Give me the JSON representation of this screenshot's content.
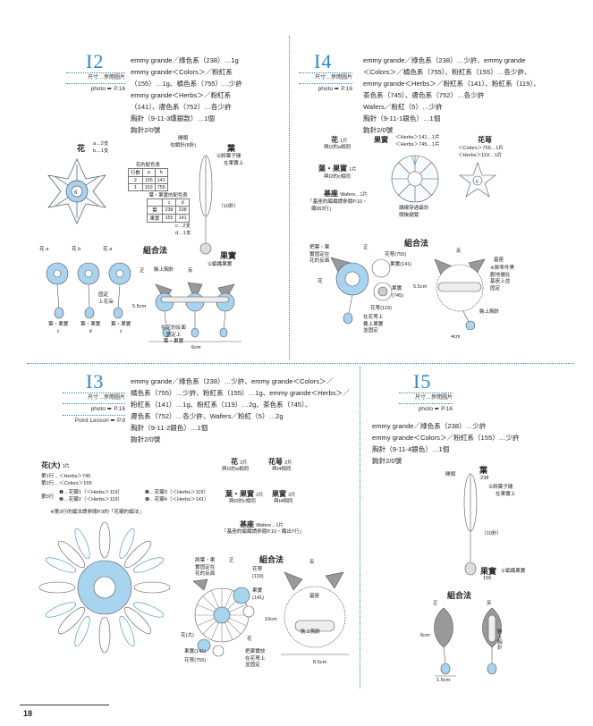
{
  "page_number": "18",
  "colors": {
    "accent": "#2a88c8",
    "light_blue": "#a8d4f0",
    "gray": "#888888"
  },
  "I2": {
    "num": "I2",
    "size_line": "尺寸…參閱圖片",
    "photo": "photo ➨ P.16",
    "materials": [
      "emmy grande／綠色系（238）…1g",
      "emmy grande＜Colors＞／粉紅系",
      "（155）…1g、橘色系（755）…少許",
      "emmy grande＜Herbs＞／粉紅系",
      "（141）、膚色系（752）…各少許",
      "胸針（9-11-3燻銀款）…1個",
      "鉤針2/0號"
    ],
    "flower_label": "花",
    "flower_a": "a…2支",
    "flower_b": "b…1支",
    "color_table_title": "花的配色表",
    "color_table": {
      "header": [
        "行數",
        "a",
        "b"
      ],
      "rows": [
        [
          "2",
          "155",
          "141"
        ],
        [
          "1",
          "152",
          "755"
        ]
      ]
    },
    "leaf_label": "葉",
    "leaf_note1": "②將葉子鏈",
    "leaf_note2": "在果實上",
    "ten_chains": "（10針）",
    "hook_note1": "開頭",
    "hook_note2": "勾鎖針(8針)",
    "fruit_table_title": "葉・果實的配色表",
    "fruit_table": {
      "header": [
        "",
        "c",
        "d"
      ],
      "rows": [
        [
          "葉",
          "238",
          "238"
        ],
        [
          "果實",
          "155",
          "141"
        ]
      ]
    },
    "cd_counts1": "c…2支",
    "cd_counts2": "d…1支",
    "fruit_label": "果實",
    "fruit_note": "①編織果實",
    "assembly": "組合法",
    "flower_labels": [
      "花 a",
      "花 b",
      "花 a"
    ],
    "fix_note": [
      "固定",
      "上花朵"
    ],
    "front": "正",
    "back": "反",
    "pin_note": "裝上胸針",
    "leaf_fruit_labels": [
      "葉・果實",
      "葉・果實",
      "葉・果實"
    ],
    "leaf_fruit_sub": [
      "c",
      "d",
      "c"
    ],
    "back_note": [
      "在花的反面",
      "固定上",
      "葉・果實"
    ],
    "dim_h": "5.5cm",
    "dim_w": "6cm"
  },
  "I4": {
    "num": "I4",
    "size_line": "尺寸…參閱圖片",
    "photo": "photo ➨ P.16",
    "materials": [
      "emmy grande／綠色系（238）…少許、emmy grande",
      "＜Colors＞／橘色系（755）、粉紅系（155）…各少許、",
      "emmy grande＜Herbs＞／粉紅系（141）、粉紅系（119）、",
      "茶色系（745）、膚色系（752）…各少許",
      "Wafers／粉紅（5）…少許",
      "胸針（9-11-1銀色）…1個",
      "鉤針2/0號"
    ],
    "flower": "花",
    "flower_count": "1片",
    "flower_note": "與I2的a相同",
    "fruit": "果實",
    "fruit_colors1": "＜Herbs＞141…1片",
    "fruit_colors2": "＜Herbs＞745…1片",
    "calyx": "花萼",
    "calyx_c1": "＜Colors＞755…1片",
    "calyx_c2": "＜Herbs＞119…1片",
    "leaf_fruit": "葉・果實",
    "leaf_fruit_count": "1片",
    "leaf_fruit_note": "與I2的c相同",
    "base": "基座",
    "base_detail": "Wafers…1片",
    "base_ref1": "「基座的編織請參閱P.10・",
    "base_ref2": "織出3行」",
    "wrap_note1": "讓線穿過最針",
    "wrap_note2": "頭後縮緊",
    "assembly": "組合法",
    "front": "正",
    "back": "反",
    "a_note": [
      "把葉・果",
      "實固定在",
      "花的反面"
    ],
    "calyx_755": "花萼(755)",
    "fruit_141": "果實(141)",
    "fruit_745": [
      "果實",
      "(745)"
    ],
    "calyx_119": "花萼(119)",
    "flower_lbl": "花",
    "stack_note": [
      "在花萼上",
      "疊上果實",
      "並固定"
    ],
    "base_lbl": "基座",
    "base_note": [
      "※將零件黑",
      "觀地擺在",
      "基座上並",
      "固定"
    ],
    "pin_note": "裝上胸針",
    "dim_h": "5.5cm",
    "dim_w": "4cm"
  },
  "I3": {
    "num": "I3",
    "size_line": "尺寸…參閱圖片",
    "photo": "photo ➨ P.16",
    "lesson": "Point Lesson ➨ P.9",
    "materials": [
      "emmy grande／綠色系（238）…少許、emmy grande＜Colors＞／",
      "橘色系（755）…少許、粉紅系（155）…1g、emmy grande＜Herbs＞／",
      "粉紅系（141）…1g、粉紅系（119）…2g、茶色系（745）、",
      "膚色系（752）…各少許、Wafers／粉紅（5）…2g",
      "胸針（9-11-2銀色）…1個",
      "鉤針2/0號"
    ],
    "flower_big": "花(大)",
    "flower_big_count": "1片",
    "row1": "第1行…＜Herbs＞745",
    "row2": "第2行…＜Colors＞155",
    "row3": "第3行",
    "row3_a": "❶…花瓣1（＜Herbs＞119）",
    "row3_b": "❷…花瓣2（＜Herbs＞119）",
    "row3_c": "❸…花瓣3（＜Herbs＞119）",
    "row3_d": "❹…花瓣4（＜Herbs＞141）",
    "row3_note": "※第3行的編法請參閱P.9的「花瓣的編法」",
    "flower": "花",
    "flower_count": "2片",
    "flower_note": "與I2的a相同",
    "calyx": "花萼",
    "calyx_count": "2片",
    "calyx_note": "與I4相同",
    "leaf_fruit": "葉・果實",
    "leaf_fruit_count": "2片",
    "leaf_fruit_note": "與I2的c相同",
    "fruit": "果實",
    "fruit_count": "2片",
    "fruit_note": "與I4相同",
    "base": "基座",
    "base_detail": "Wafers…1片",
    "base_ref": "「基座的編織請參閱P.10・織出7行」",
    "assembly": "組合法",
    "front": "正",
    "back": "反",
    "a_note": [
      "將葉・果",
      "實固定在",
      "花的反面"
    ],
    "calyx_119": [
      "花萼",
      "(119)"
    ],
    "fruit_label": [
      "果實",
      "(141)"
    ],
    "flower_big_lbl": "花(大)",
    "flower_lbl": "花",
    "fruit_141": "果實(141)",
    "calyx_755": "花萼(755)",
    "stack_note": [
      "把果實放",
      "在花萼上",
      "並固定"
    ],
    "base_lbl": "基座",
    "pin_note": "裝上胸針",
    "dim_h": "10cm",
    "dim_w": "8.5cm"
  },
  "I5": {
    "num": "I5",
    "size_line": "尺寸…參閱圖片",
    "photo": "photo ➨ P.16",
    "materials": [
      "emmy grande／綠色系（238）…少許",
      "emmy grande＜Colors＞／粉紅系（155）…少許",
      "胸針（9-11-4銀色）…1個",
      "鉤針2/0號"
    ],
    "hook_start": "開頭",
    "leaf": "葉",
    "leaf_color": "238",
    "leaf_note1": "②將葉子鏈",
    "leaf_note2": "在果實上",
    "ten_chains": "（10針）",
    "fruit": "果實",
    "fruit_color": "155",
    "fruit_note": "①編織果實",
    "assembly": "組合法",
    "front": "正",
    "back": "反",
    "pin_note": [
      "裝",
      "上",
      "胸",
      "針"
    ],
    "dim_h": "6cm",
    "dim_w": "1.5cm"
  }
}
